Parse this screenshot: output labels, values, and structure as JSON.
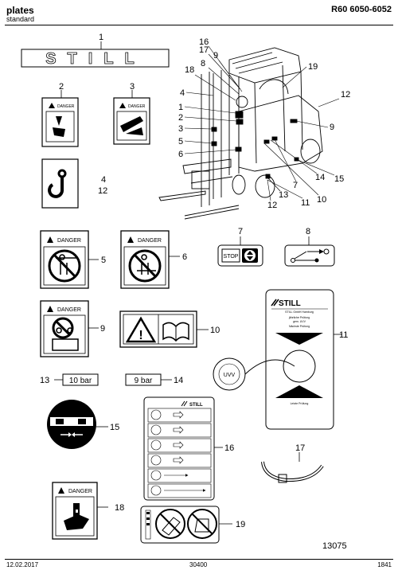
{
  "header": {
    "title": "plates",
    "subtitle": "standard",
    "model": "R60 6050-6052"
  },
  "footer": {
    "date": "12.02.2017",
    "doc_number": "30400",
    "page": "1841"
  },
  "drawing_id": "13075",
  "plates": {
    "brand_lettering": "STILL",
    "danger_label": "DANGER",
    "stop_button": "STOP",
    "pressure_10": "10 bar",
    "pressure_9": "9 bar",
    "still_logo": "STILL",
    "inspection": {
      "company": "STILL GmbH Hamburg",
      "line1": "jährliche Prüfung",
      "line2": "gem. UVV",
      "line3": "Nächste Prüfung",
      "bottom": "Letzte Prüfung",
      "seal_text": "UVV"
    }
  },
  "callouts": {
    "c1": "1",
    "c2": "2",
    "c3": "3",
    "c4": "4",
    "c5": "5",
    "c6": "6",
    "c7": "7",
    "c8": "8",
    "c9": "9",
    "c10": "10",
    "c11": "11",
    "c12": "12",
    "c13": "13",
    "c14": "14",
    "c15": "15",
    "c16": "16",
    "c17": "17",
    "c18": "18",
    "c19": "19"
  }
}
